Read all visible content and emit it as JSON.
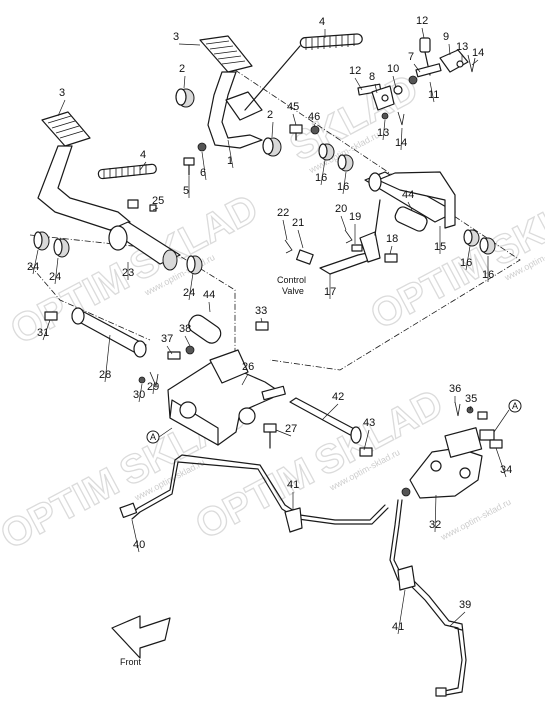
{
  "watermark": {
    "brand_left": "OPTIM",
    "brand_right": "SKLAD",
    "url": "www.optim-sklad.ru"
  },
  "annotations": {
    "control_valve_line1": "Control",
    "control_valve_line2": "Valve",
    "front": "Front",
    "ref_a": "A"
  },
  "parts": [
    {
      "id": "p3a",
      "label": "3"
    },
    {
      "id": "p4a",
      "label": "4"
    },
    {
      "id": "p12a",
      "label": "12"
    },
    {
      "id": "p9",
      "label": "9"
    },
    {
      "id": "p7",
      "label": "7"
    },
    {
      "id": "p13a",
      "label": "13"
    },
    {
      "id": "p14a",
      "label": "14"
    },
    {
      "id": "p2a",
      "label": "2"
    },
    {
      "id": "p12b",
      "label": "12"
    },
    {
      "id": "p8",
      "label": "8"
    },
    {
      "id": "p10",
      "label": "10"
    },
    {
      "id": "p11",
      "label": "11"
    },
    {
      "id": "p13b",
      "label": "13"
    },
    {
      "id": "p14b",
      "label": "14"
    },
    {
      "id": "p3b",
      "label": "3"
    },
    {
      "id": "p2b",
      "label": "2"
    },
    {
      "id": "p45",
      "label": "45"
    },
    {
      "id": "p46",
      "label": "46"
    },
    {
      "id": "p1",
      "label": "1"
    },
    {
      "id": "p4b",
      "label": "4"
    },
    {
      "id": "p6",
      "label": "6"
    },
    {
      "id": "p5",
      "label": "5"
    },
    {
      "id": "p16a",
      "label": "16"
    },
    {
      "id": "p16b",
      "label": "16"
    },
    {
      "id": "p25",
      "label": "25"
    },
    {
      "id": "p22",
      "label": "22"
    },
    {
      "id": "p21",
      "label": "21"
    },
    {
      "id": "p20",
      "label": "20"
    },
    {
      "id": "p19",
      "label": "19"
    },
    {
      "id": "p44a",
      "label": "44"
    },
    {
      "id": "p18",
      "label": "18"
    },
    {
      "id": "p15",
      "label": "15"
    },
    {
      "id": "p24a",
      "label": "24"
    },
    {
      "id": "p24b",
      "label": "24"
    },
    {
      "id": "p23",
      "label": "23"
    },
    {
      "id": "p17",
      "label": "17"
    },
    {
      "id": "p16c",
      "label": "16"
    },
    {
      "id": "p16d",
      "label": "16"
    },
    {
      "id": "p24c",
      "label": "24"
    },
    {
      "id": "p44b",
      "label": "44"
    },
    {
      "id": "p33",
      "label": "33"
    },
    {
      "id": "p31",
      "label": "31"
    },
    {
      "id": "p38",
      "label": "38"
    },
    {
      "id": "p37",
      "label": "37"
    },
    {
      "id": "p26",
      "label": "26"
    },
    {
      "id": "p28",
      "label": "28"
    },
    {
      "id": "p29",
      "label": "29"
    },
    {
      "id": "p30",
      "label": "30"
    },
    {
      "id": "p42",
      "label": "42"
    },
    {
      "id": "p36",
      "label": "36"
    },
    {
      "id": "p35",
      "label": "35"
    },
    {
      "id": "p27",
      "label": "27"
    },
    {
      "id": "p43",
      "label": "43"
    },
    {
      "id": "p34",
      "label": "34"
    },
    {
      "id": "p41a",
      "label": "41"
    },
    {
      "id": "p32",
      "label": "32"
    },
    {
      "id": "p40",
      "label": "40"
    },
    {
      "id": "p39",
      "label": "39"
    },
    {
      "id": "p41b",
      "label": "41"
    }
  ]
}
